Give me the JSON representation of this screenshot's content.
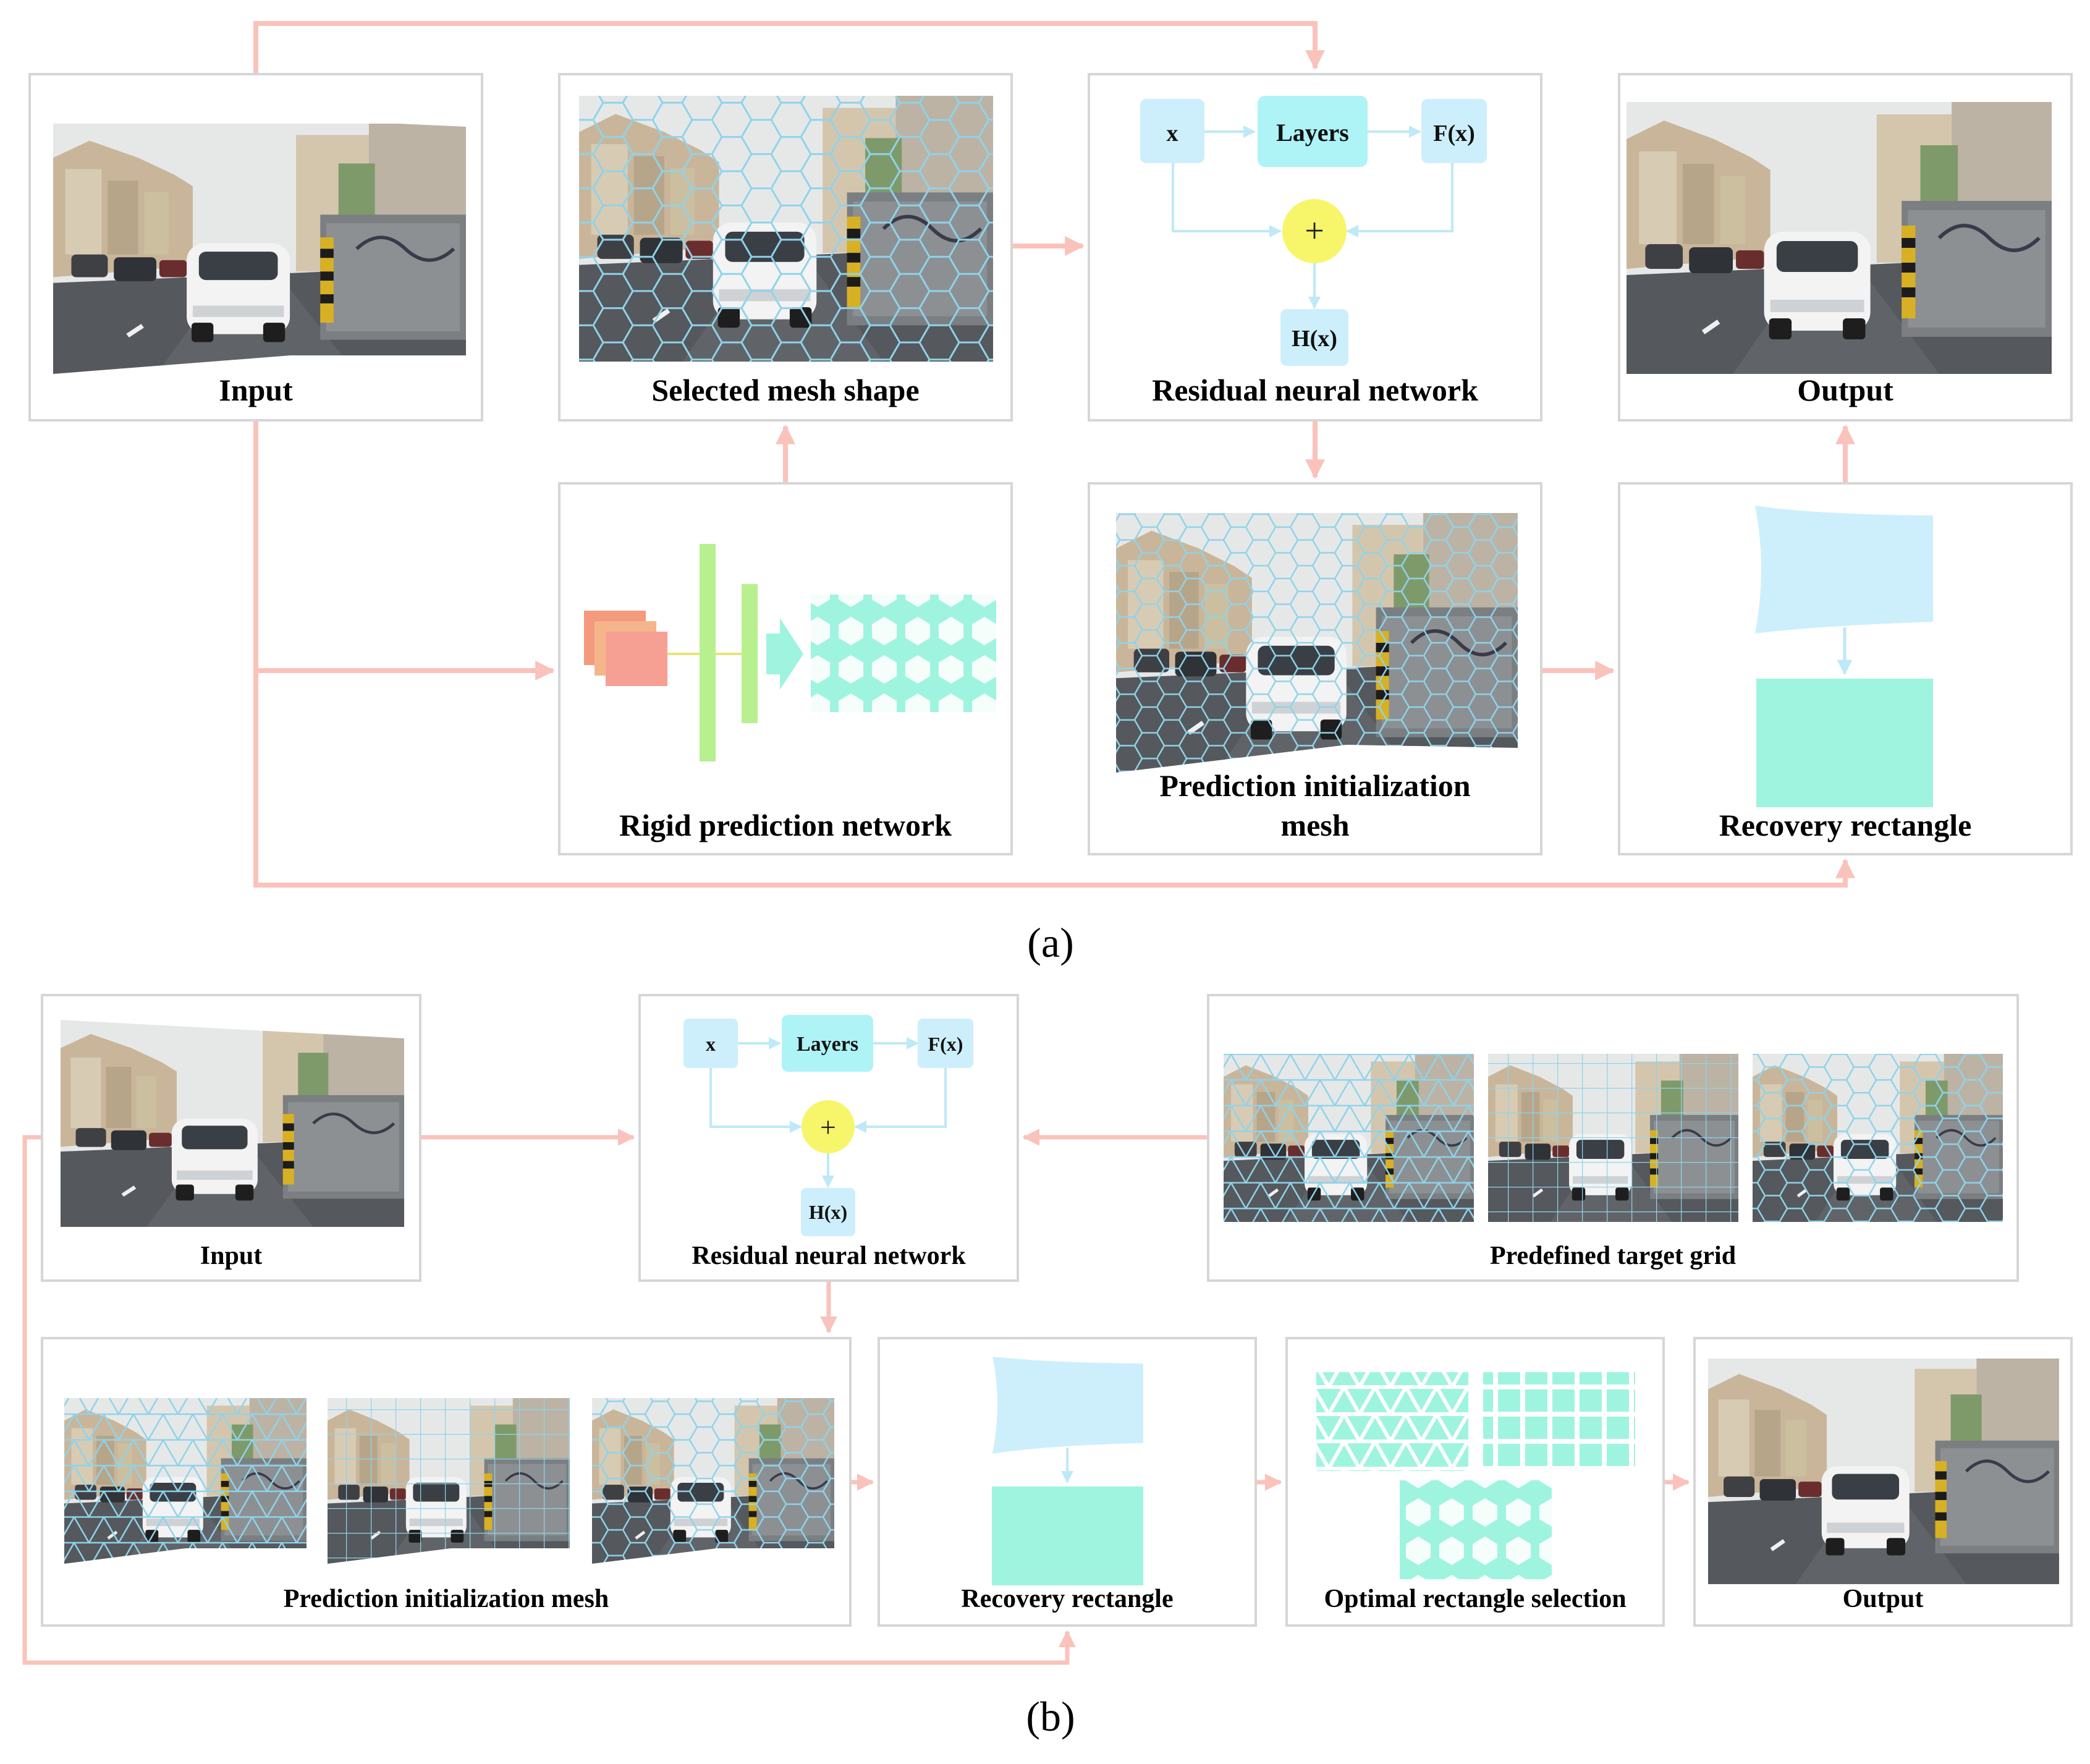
{
  "figure_a": {
    "label": "(a)",
    "panels": {
      "input": "Input",
      "selected_mesh": "Selected mesh shape",
      "residual": "Residual neural network",
      "output": "Output",
      "rigid": "Rigid prediction network",
      "pred_init_line1": "Prediction initialization",
      "pred_init_line2": "mesh",
      "recovery": "Recovery rectangle"
    },
    "resnet": {
      "x": "x",
      "layers": "Layers",
      "fx": "F(x)",
      "plus": "+",
      "hx": "H(x)"
    }
  },
  "figure_b": {
    "label": "(b)",
    "panels": {
      "input": "Input",
      "residual": "Residual neural network",
      "predefined": "Predefined target grid",
      "pred_init": "Prediction initialization mesh",
      "recovery": "Recovery rectangle",
      "optimal": "Optimal rectangle selection",
      "output": "Output"
    },
    "resnet": {
      "x": "x",
      "layers": "Layers",
      "fx": "F(x)",
      "plus": "+",
      "hx": "H(x)"
    }
  },
  "colors": {
    "arrow": "#f9c3bb",
    "panel_border": "#d6d6d6",
    "mesh_line": "#8fd3ea",
    "mint": "#9ff4e0",
    "light_blue": "#cdeffb",
    "layers_fill": "#aef3f6",
    "plus_fill": "#f7f56a",
    "conv_orange": "#f39a7f",
    "conv_green": "#b9f08f",
    "sky": "#e8eaea",
    "road": "#55585c"
  }
}
